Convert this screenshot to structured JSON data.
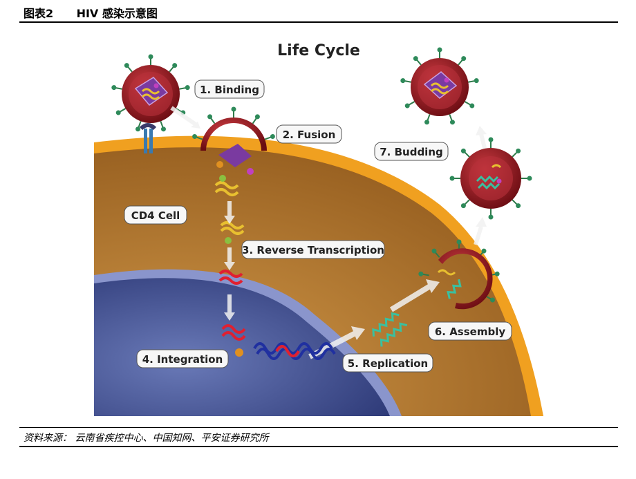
{
  "header": {
    "figure_label": "图表2",
    "title": "HIV 感染示意图"
  },
  "diagram": {
    "title": "Life Cycle",
    "cell_label": "CD4 Cell",
    "steps": [
      {
        "label": "1. Binding"
      },
      {
        "label": "2. Fusion"
      },
      {
        "label": "3. Reverse Transcription"
      },
      {
        "label": "4. Integration"
      },
      {
        "label": "5. Replication"
      },
      {
        "label": "6. Assembly"
      },
      {
        "label": "7. Budding"
      }
    ]
  },
  "source": {
    "prefix": "资料来源：",
    "text": "云南省疾控中心、中国知网、平安证券研究所"
  },
  "colors": {
    "membrane": "#f0a020",
    "cytoplasm": "#b5772a",
    "nucleus": "#4a5a9a",
    "virion": "#9a1a20"
  }
}
